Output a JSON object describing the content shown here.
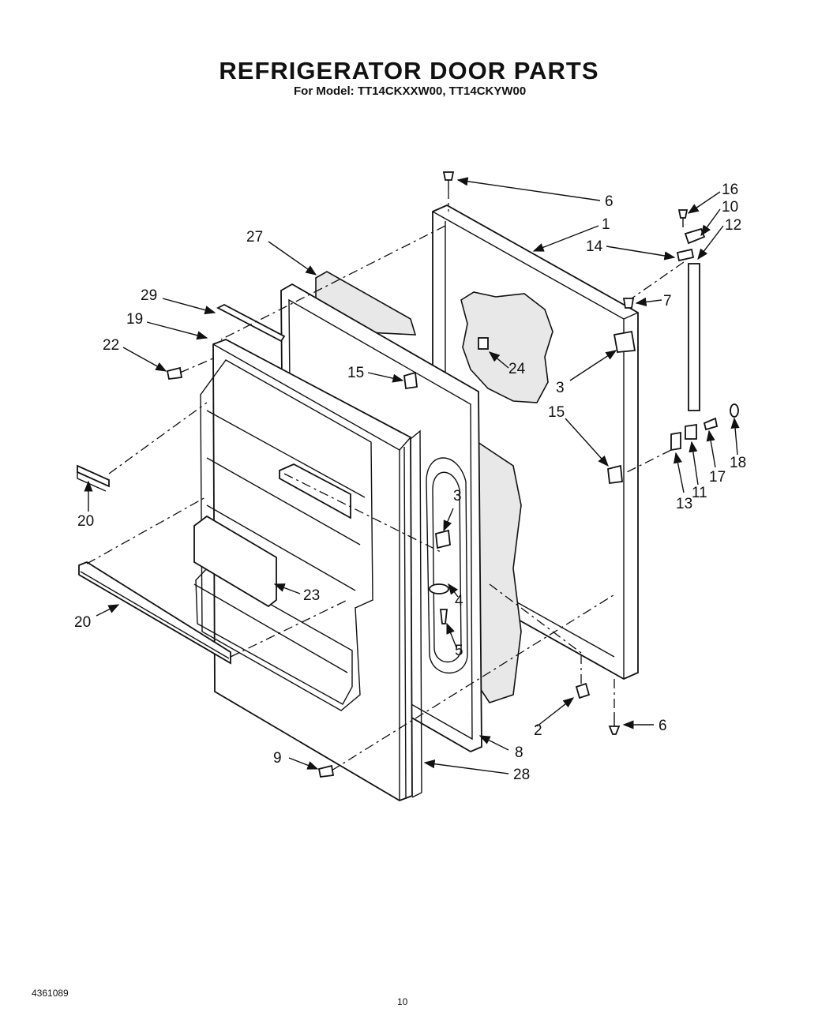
{
  "header": {
    "title": "REFRIGERATOR DOOR PARTS",
    "subtitle": "For Model: TT14CKXXW00, TT14CKYW00"
  },
  "footer": {
    "code": "4361089",
    "page": "10"
  },
  "callouts": [
    {
      "id": "c6a",
      "text": "6"
    },
    {
      "id": "c1",
      "text": "1"
    },
    {
      "id": "c16",
      "text": "16"
    },
    {
      "id": "c10",
      "text": "10"
    },
    {
      "id": "c12",
      "text": "12"
    },
    {
      "id": "c14",
      "text": "14"
    },
    {
      "id": "c27",
      "text": "27"
    },
    {
      "id": "c7",
      "text": "7"
    },
    {
      "id": "c29",
      "text": "29"
    },
    {
      "id": "c19",
      "text": "19"
    },
    {
      "id": "c22",
      "text": "22"
    },
    {
      "id": "c15a",
      "text": "15"
    },
    {
      "id": "c24",
      "text": "24"
    },
    {
      "id": "c3a",
      "text": "3"
    },
    {
      "id": "c15b",
      "text": "15"
    },
    {
      "id": "c18",
      "text": "18"
    },
    {
      "id": "c17",
      "text": "17"
    },
    {
      "id": "c13",
      "text": "13"
    },
    {
      "id": "c11",
      "text": "11"
    },
    {
      "id": "c20a",
      "text": "20"
    },
    {
      "id": "c3b",
      "text": "3"
    },
    {
      "id": "c23",
      "text": "23"
    },
    {
      "id": "c4",
      "text": "4"
    },
    {
      "id": "c5",
      "text": "5"
    },
    {
      "id": "c20b",
      "text": "20"
    },
    {
      "id": "c2",
      "text": "2"
    },
    {
      "id": "c6b",
      "text": "6"
    },
    {
      "id": "c8",
      "text": "8"
    },
    {
      "id": "c9",
      "text": "9"
    },
    {
      "id": "c28",
      "text": "28"
    }
  ]
}
